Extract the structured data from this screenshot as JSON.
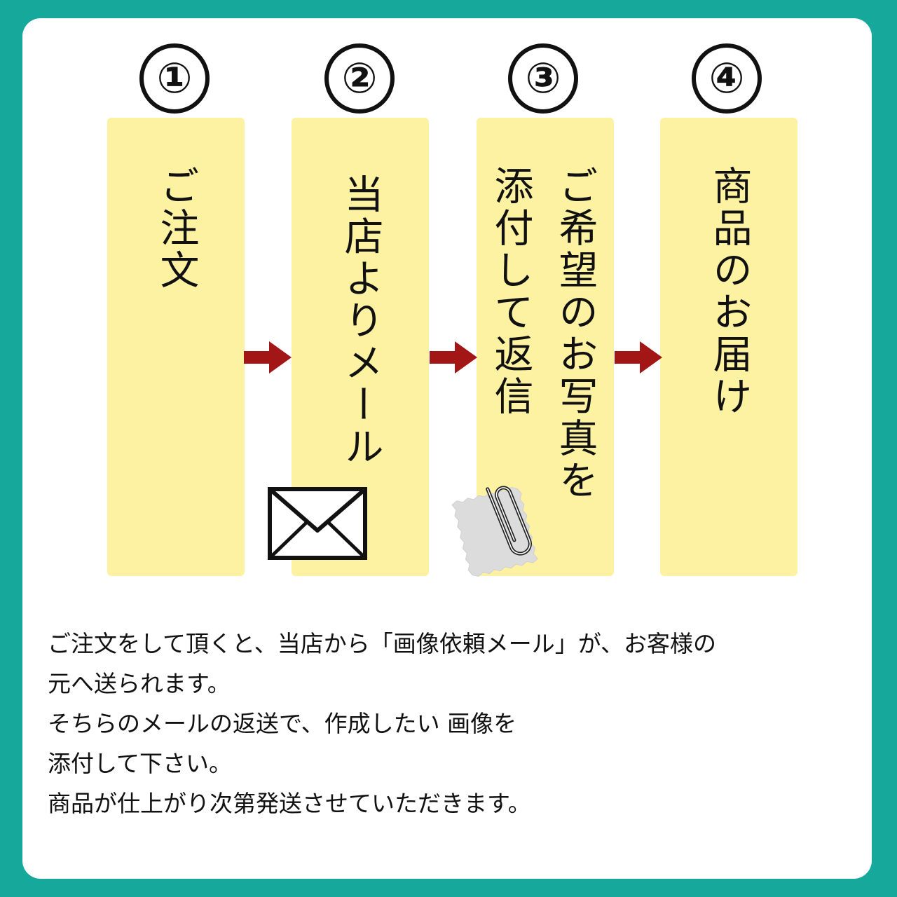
{
  "colors": {
    "frame": "#16a89a",
    "card": "#ffffff",
    "step_box": "#fdf2a2",
    "arrow": "#a31616",
    "text": "#111111"
  },
  "steps": [
    {
      "number": "①",
      "lines": [
        "ご注文"
      ]
    },
    {
      "number": "②",
      "lines": [
        "当店よりメール"
      ]
    },
    {
      "number": "③",
      "lines": [
        "ご希望のお写真を",
        "添付して返信"
      ]
    },
    {
      "number": "④",
      "lines": [
        "商品のお届け"
      ]
    }
  ],
  "icons": [
    "arrow-right-icon",
    "envelope-icon",
    "paperclip-icon"
  ],
  "description": {
    "lines": [
      "ご注文をして頂くと、当店から「画像依頼メール」が、お客様の",
      "元へ送られます。",
      "そちらのメールの返送で、作成したい 画像を",
      "添付して下さい。",
      "商品が仕上がり次第発送させていただきます。"
    ]
  }
}
